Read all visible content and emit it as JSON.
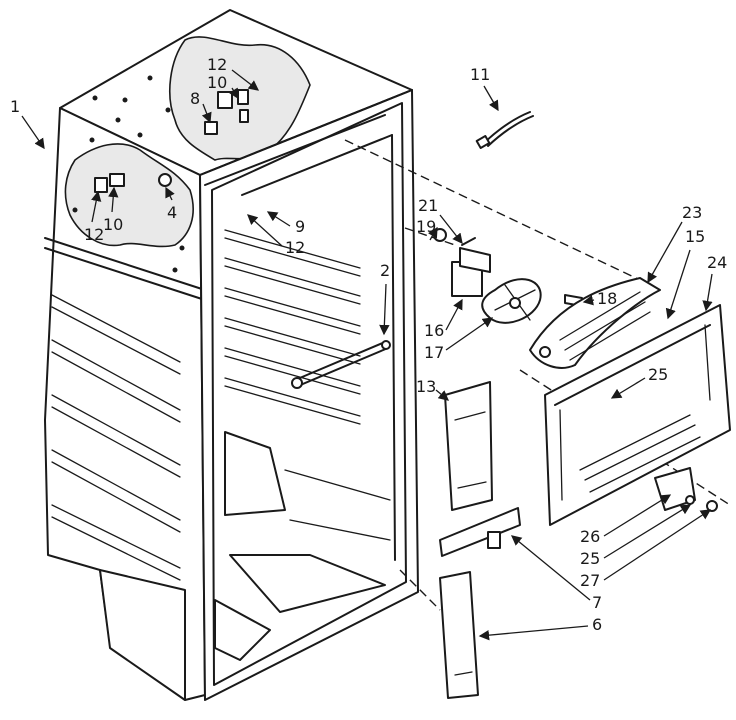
{
  "diagram": {
    "type": "exploded-parts-view",
    "callouts": {
      "c1": "1",
      "c2": "2",
      "c4": "4",
      "c6": "6",
      "c7": "7",
      "c8": "8",
      "c9": "9",
      "c10a": "10",
      "c10b": "10",
      "c11": "11",
      "c12a": "12",
      "c12b": "12",
      "c12c": "12",
      "c13": "13",
      "c15": "15",
      "c16": "16",
      "c17": "17",
      "c18": "18",
      "c19": "19",
      "c21": "21",
      "c23": "23",
      "c24": "24",
      "c25a": "25",
      "c25b": "25",
      "c26": "26",
      "c27": "27"
    }
  }
}
